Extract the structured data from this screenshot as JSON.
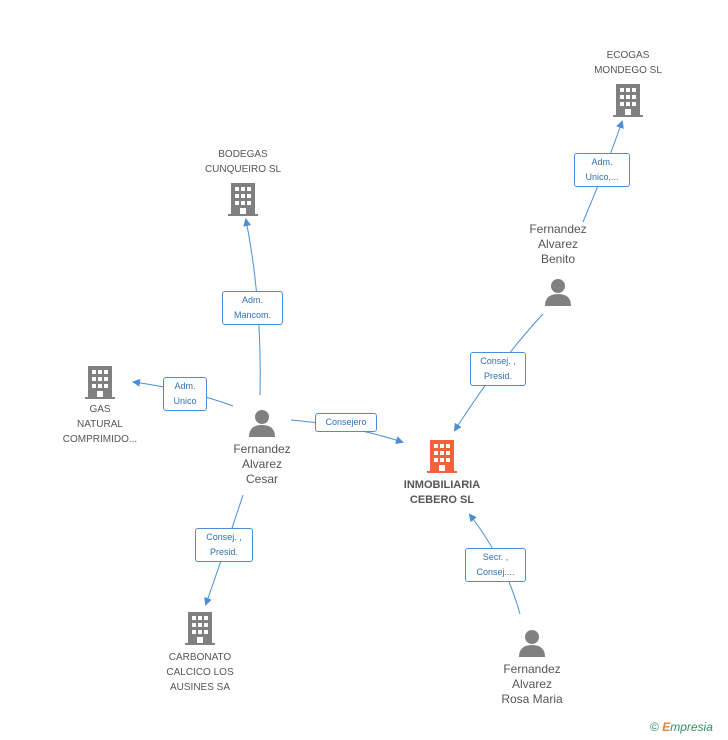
{
  "nodes": {
    "inmobiliaria": {
      "label": "INMOBILIARIA\nCEBERO SL"
    },
    "ecogas": {
      "label": "ECOGAS\nMONDEGO  SL"
    },
    "bodegas": {
      "label": "BODEGAS\nCUNQUEIRO SL"
    },
    "gas_natural": {
      "label": "GAS\nNATURAL\nCOMPRIMIDO..."
    },
    "carbonato": {
      "label": "CARBONATO\nCALCICO LOS\nAUSINES SA"
    },
    "fa_benito": {
      "label": "Fernandez\nAlvarez\nBenito"
    },
    "fa_cesar": {
      "label": "Fernandez\nAlvarez\nCesar"
    },
    "fa_rosa": {
      "label": "Fernandez\nAlvarez\nRosa Maria"
    }
  },
  "relations": {
    "benito_ecogas": "Adm.\nUnico,...",
    "benito_inmob": "Consej. ,\nPresid.",
    "cesar_bodegas": "Adm.\nMancom.",
    "cesar_gas": "Adm.\nUnico",
    "cesar_inmob": "Consejero",
    "cesar_carbonato": "Consej. ,\nPresid.",
    "rosa_inmob": "Secr. ,\nConsej...."
  },
  "footer": {
    "copyright": "©",
    "brand_e": "E",
    "brand_rest": "mpresia"
  },
  "colors": {
    "edge": "#4a8fd6",
    "company": "#808080",
    "main_company": "#f0643c",
    "person": "#808080"
  }
}
